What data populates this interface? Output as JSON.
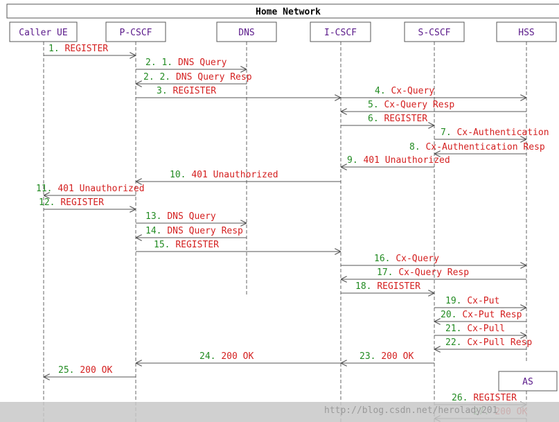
{
  "diagram": {
    "title": "Home Network",
    "watermark": "http://blog.csdn.net/herolady201",
    "colors": {
      "participant_text": "#5a1a8a",
      "message_red": "#d42020",
      "message_green": "#228b22",
      "line": "#555555"
    },
    "participants": [
      {
        "id": "ue",
        "label": "Caller UE"
      },
      {
        "id": "pcscf",
        "label": "P-CSCF"
      },
      {
        "id": "dns",
        "label": "DNS"
      },
      {
        "id": "icscf",
        "label": "I-CSCF"
      },
      {
        "id": "scscf",
        "label": "S-CSCF"
      },
      {
        "id": "hss",
        "label": "HSS"
      },
      {
        "id": "as",
        "label": "AS"
      }
    ],
    "messages": [
      {
        "n": "1.",
        "text": "REGISTER",
        "from": "ue",
        "to": "pcscf",
        "num_color": "green",
        "text_color": "red"
      },
      {
        "n": "2. 1.",
        "text": "DNS Query",
        "from": "pcscf",
        "to": "dns",
        "num_color": "green",
        "text_color": "red"
      },
      {
        "n": "2. 2.",
        "text": "DNS Query Resp",
        "from": "dns",
        "to": "pcscf",
        "num_color": "green",
        "text_color": "red"
      },
      {
        "n": "3.",
        "text": "REGISTER",
        "from": "pcscf",
        "to": "icscf",
        "num_color": "green",
        "text_color": "red"
      },
      {
        "n": "4.",
        "text": "Cx-Query",
        "from": "icscf",
        "to": "hss",
        "num_color": "green",
        "text_color": "red"
      },
      {
        "n": "5.",
        "text": "Cx-Query Resp",
        "from": "hss",
        "to": "icscf",
        "num_color": "green",
        "text_color": "red"
      },
      {
        "n": "6.",
        "text": "REGISTER",
        "from": "icscf",
        "to": "scscf",
        "num_color": "green",
        "text_color": "red"
      },
      {
        "n": "7.",
        "text": "Cx-Authentication",
        "from": "scscf",
        "to": "hss",
        "num_color": "green",
        "text_color": "red"
      },
      {
        "n": "8.",
        "text": "Cx-Authentication Resp",
        "from": "hss",
        "to": "scscf",
        "num_color": "green",
        "text_color": "red"
      },
      {
        "n": "9.",
        "text": "401 Unauthorized",
        "from": "scscf",
        "to": "icscf",
        "num_color": "green",
        "text_color": "red"
      },
      {
        "n": "10.",
        "text": "401 Unauthorized",
        "from": "icscf",
        "to": "pcscf",
        "num_color": "green",
        "text_color": "red"
      },
      {
        "n": "11.",
        "text": "401 Unauthorized",
        "from": "pcscf",
        "to": "ue",
        "num_color": "green",
        "text_color": "red"
      },
      {
        "n": "12.",
        "text": "REGISTER",
        "from": "ue",
        "to": "pcscf",
        "num_color": "green",
        "text_color": "red"
      },
      {
        "n": "13.",
        "text": "DNS Query",
        "from": "pcscf",
        "to": "dns",
        "num_color": "green",
        "text_color": "red"
      },
      {
        "n": "14.",
        "text": "DNS Query Resp",
        "from": "dns",
        "to": "pcscf",
        "num_color": "green",
        "text_color": "red"
      },
      {
        "n": "15.",
        "text": "REGISTER",
        "from": "pcscf",
        "to": "icscf",
        "num_color": "green",
        "text_color": "red"
      },
      {
        "n": "16.",
        "text": "Cx-Query",
        "from": "icscf",
        "to": "hss",
        "num_color": "green",
        "text_color": "red"
      },
      {
        "n": "17.",
        "text": "Cx-Query Resp",
        "from": "hss",
        "to": "icscf",
        "num_color": "green",
        "text_color": "red"
      },
      {
        "n": "18.",
        "text": "REGISTER",
        "from": "icscf",
        "to": "scscf",
        "num_color": "green",
        "text_color": "red"
      },
      {
        "n": "19.",
        "text": "Cx-Put",
        "from": "scscf",
        "to": "hss",
        "num_color": "green",
        "text_color": "red"
      },
      {
        "n": "20.",
        "text": "Cx-Put Resp",
        "from": "hss",
        "to": "scscf",
        "num_color": "green",
        "text_color": "red"
      },
      {
        "n": "21.",
        "text": "Cx-Pull",
        "from": "scscf",
        "to": "hss",
        "num_color": "green",
        "text_color": "red"
      },
      {
        "n": "22.",
        "text": "Cx-Pull Resp",
        "from": "hss",
        "to": "scscf",
        "num_color": "green",
        "text_color": "red"
      },
      {
        "n": "23.",
        "text": "200 OK",
        "from": "scscf",
        "to": "icscf",
        "num_color": "green",
        "text_color": "red"
      },
      {
        "n": "24.",
        "text": "200 OK",
        "from": "icscf",
        "to": "pcscf",
        "num_color": "green",
        "text_color": "red"
      },
      {
        "n": "25.",
        "text": "200 OK",
        "from": "pcscf",
        "to": "ue",
        "num_color": "green",
        "text_color": "red"
      },
      {
        "n": "26.",
        "text": "REGISTER",
        "from": "scscf",
        "to": "as",
        "num_color": "green",
        "text_color": "red"
      },
      {
        "n": "27.",
        "text": "200 OK",
        "from": "as",
        "to": "scscf",
        "num_color": "green",
        "text_color": "red"
      }
    ]
  }
}
